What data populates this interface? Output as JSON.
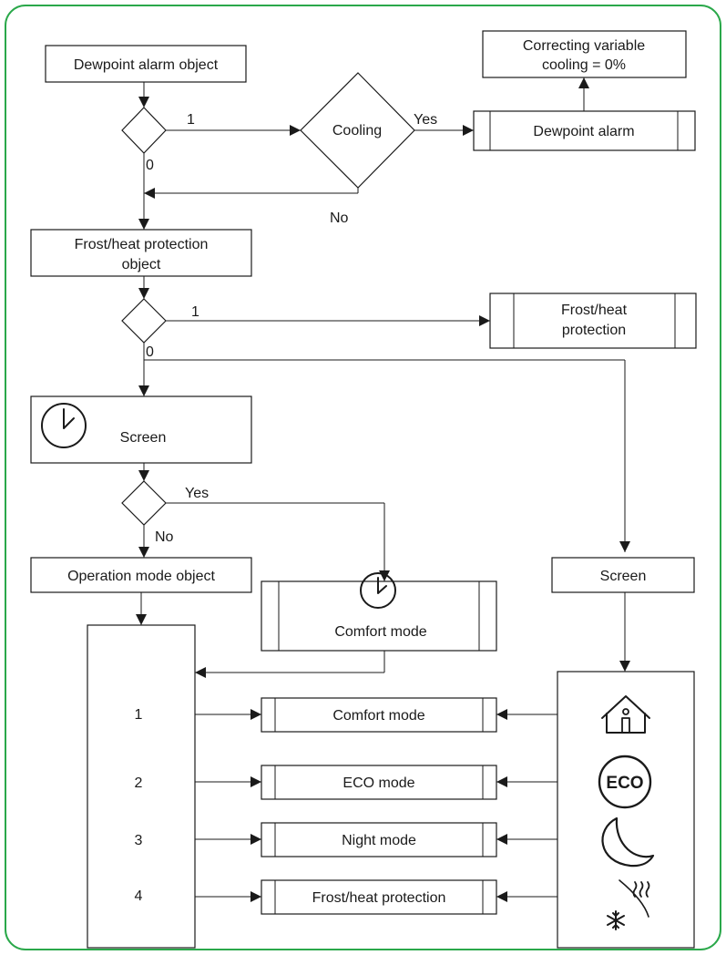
{
  "frame_color": "#2aa84a",
  "labels": {
    "dewpoint_object": "Dewpoint alarm object",
    "correcting_line1": "Correcting variable",
    "correcting_line2": "cooling = 0%",
    "cooling": "Cooling",
    "dewpoint_alarm": "Dewpoint alarm",
    "frost_object_line1": "Frost/heat protection",
    "frost_object_line2": "object",
    "frost_heat_line1": "Frost/heat",
    "frost_heat_line2": "protection",
    "screen_top": "Screen",
    "operation_mode_object": "Operation mode object",
    "comfort_mode_screen": "Comfort mode",
    "screen_right": "Screen",
    "mode_comfort": "Comfort mode",
    "mode_eco": "ECO mode",
    "mode_night": "Night mode",
    "mode_frost": "Frost/heat protection",
    "eco_icon_text": "ECO"
  },
  "branch_labels": {
    "d1_one": "1",
    "d1_zero": "0",
    "cooling_yes": "Yes",
    "cooling_no": "No",
    "d2_one": "1",
    "d2_zero": "0",
    "d3_yes": "Yes",
    "d3_no": "No"
  },
  "mode_numbers": [
    "1",
    "2",
    "3",
    "4"
  ],
  "icons": [
    "clock-icon",
    "house-person-icon",
    "eco-icon",
    "moon-icon",
    "frost-heat-icon"
  ]
}
